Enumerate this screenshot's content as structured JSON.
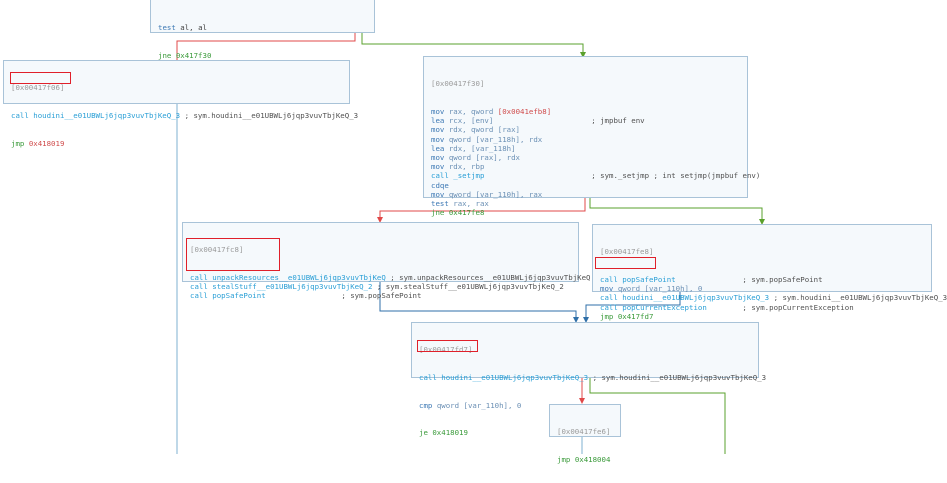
{
  "blocks": {
    "top": {
      "lines": [
        {
          "mn": "test",
          "ops": "al, al"
        },
        {
          "mn": "jne",
          "ops": "0x417f30"
        }
      ]
    },
    "b0": {
      "addr": "[0x00417f06]",
      "call_mn": "call",
      "call_fn": "houdini__e01UBWLj6jqp3vuvTbjKeQ_3",
      "call_cmt": "; sym.houdini__e01UBWLj6jqp3vuvTbjKeQ_3",
      "jmp_mn": "jmp",
      "jmp_target": "0x418019"
    },
    "b1": {
      "addr": "[0x00417f30]",
      "lines": [
        {
          "mn": "mov",
          "ops": "rax, qword",
          "hex": "[0x0041efb8]",
          "cmt": ""
        },
        {
          "mn": "lea",
          "ops": "rcx, [env]",
          "hex": "",
          "cmt": "; jmpbuf env"
        },
        {
          "mn": "mov",
          "ops": "rdx, qword [rax]",
          "hex": "",
          "cmt": ""
        },
        {
          "mn": "mov",
          "ops": "qword [var_118h], rdx",
          "hex": "",
          "cmt": ""
        },
        {
          "mn": "lea",
          "ops": "rdx, [var_118h]",
          "hex": "",
          "cmt": ""
        },
        {
          "mn": "mov",
          "ops": "qword [rax], rdx",
          "hex": "",
          "cmt": ""
        },
        {
          "mn": "mov",
          "ops": "rdx, rbp",
          "hex": "",
          "cmt": ""
        },
        {
          "mn": "call",
          "ops": "_setjmp",
          "hex": "",
          "cmt": "; sym._setjmp ; int setjmp(jmpbuf env)"
        },
        {
          "mn": "cdqe",
          "ops": "",
          "hex": "",
          "cmt": ""
        },
        {
          "mn": "mov",
          "ops": "qword [var_110h], rax",
          "hex": "",
          "cmt": ""
        },
        {
          "mn": "test",
          "ops": "rax, rax",
          "hex": "",
          "cmt": ""
        },
        {
          "mn": "jne",
          "ops": "0x417fe8",
          "hex": "",
          "cmt": ""
        }
      ]
    },
    "b2": {
      "addr": "[0x00417fc8]",
      "lines": [
        {
          "mn": "call",
          "fn": "unpackResources__e01UBWLj6jqp3vuvTbjKeQ",
          "cmt": "; sym.unpackResources__e01UBWLj6jqp3vuvTbjKeQ"
        },
        {
          "mn": "call",
          "fn": "stealStuff__e01UBWLj6jqp3vuvTbjKeQ_2",
          "cmt": "; sym.stealStuff__e01UBWLj6jqp3vuvTbjKeQ_2"
        },
        {
          "mn": "call",
          "fn": "popSafePoint",
          "cmt": "; sym.popSafePoint"
        }
      ]
    },
    "b3": {
      "addr": "[0x00417fe8]",
      "lines": [
        {
          "mn": "call",
          "fn": "popSafePoint",
          "cmt": "; sym.popSafePoint"
        },
        {
          "mn": "mov",
          "fn": "qword [var_110h], 0",
          "cmt": ""
        },
        {
          "mn": "call",
          "fn": "houdini__e01UBWLj6jqp3vuvTbjKeQ_3",
          "cmt": "; sym.houdini__e01UBWLj6jqp3vuvTbjKeQ_3"
        },
        {
          "mn": "call",
          "fn": "popCurrentException",
          "cmt": "; sym.popCurrentException"
        },
        {
          "mn": "jmp",
          "fn": "0x417fd7",
          "cmt": ""
        }
      ]
    },
    "b4": {
      "addr": "[0x00417fd7]",
      "call_mn": "call",
      "call_fn": "houdini__e01UBWLj6jqp3vuvTbjKeQ_3",
      "call_cmt": "; sym.houdini__e01UBWLj6jqp3vuvTbjKeQ_3",
      "cmp_mn": "cmp",
      "cmp_ops": "qword [var_110h], 0",
      "je_mn": "je",
      "je_target": "0x418019"
    },
    "b5": {
      "addr": "[0x00417fe6]",
      "jmp_mn": "jmp",
      "jmp_target": "0x418004"
    }
  },
  "colors": {
    "edge_true": "#5aa02c",
    "edge_false": "#e04848",
    "edge_uncond": "#2f6fa8",
    "edge_main": "#7fb0d0",
    "highlight": "#e0202a"
  }
}
